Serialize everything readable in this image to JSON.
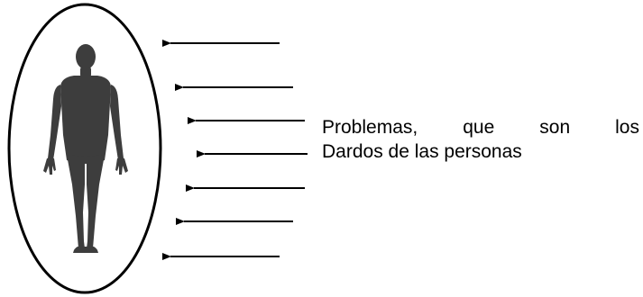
{
  "diagram": {
    "caption": {
      "line1_words": [
        "Problemas,",
        "que",
        "son",
        "los"
      ],
      "line2": "Dardos de las personas"
    },
    "arrow_count": 7,
    "colors": {
      "stroke": "#000000",
      "silhouette": "#3d3d3d",
      "background": "#ffffff"
    },
    "icons": {
      "figure": "human-silhouette-icon",
      "arrow": "arrow-left-icon"
    }
  }
}
